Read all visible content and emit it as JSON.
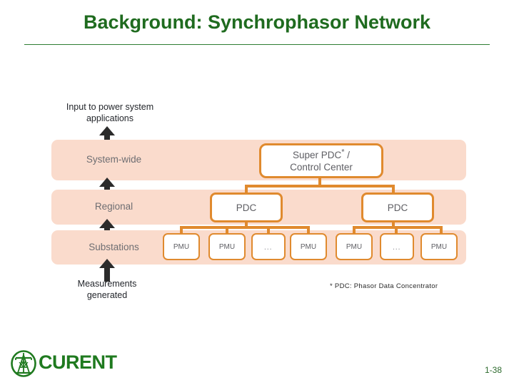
{
  "slide": {
    "title": "Background: Synchrophasor Network",
    "page_number": "1-38",
    "title_color": "#1F6B1F",
    "band_color": "#FADBCC",
    "node_border_color": "#E08A2E",
    "logo_color": "#1F7A1F"
  },
  "callouts": {
    "top_line1": "Input to power system",
    "top_line2": "applications",
    "bottom_line1": "Measurements",
    "bottom_line2": "generated"
  },
  "bands": [
    {
      "label": "System-wide"
    },
    {
      "label": "Regional"
    },
    {
      "label": "Substations"
    }
  ],
  "nodes": {
    "super_pdc_line1": "Super PDC",
    "super_pdc_asterisk": "*",
    "super_pdc_line1_suffix": " /",
    "super_pdc_line2": "Control Center",
    "pdc_left": "PDC",
    "pdc_right": "PDC",
    "pmus": [
      {
        "label": "PMU",
        "kind": "pmu"
      },
      {
        "label": "PMU",
        "kind": "pmu"
      },
      {
        "label": "…",
        "kind": "dots"
      },
      {
        "label": "PMU",
        "kind": "pmu"
      },
      {
        "label": "PMU",
        "kind": "pmu"
      },
      {
        "label": "…",
        "kind": "dots"
      },
      {
        "label": "PMU",
        "kind": "pmu"
      }
    ]
  },
  "footnote": {
    "text": "* PDC: Phasor Data Concentrator"
  },
  "logo": {
    "text": "CURENT",
    "icon": "transmission-tower-icon"
  }
}
